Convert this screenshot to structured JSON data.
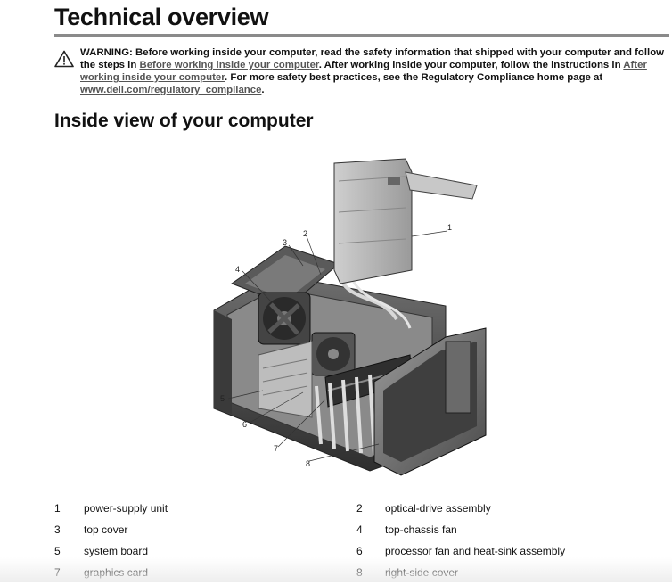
{
  "page": {
    "title": "Technical overview",
    "section_title": "Inside view of your computer"
  },
  "warning": {
    "icon": "warning-triangle-icon",
    "prefix": "WARNING: Before working inside your computer, read the safety information that shipped with your computer and follow the steps in ",
    "link1": "Before working inside your computer",
    "middle": ". After working inside your computer, follow the instructions in ",
    "link2": "After working inside your computer",
    "middle2": ". For more safety best practices, see the Regulatory Compliance home page at ",
    "link3": "www.dell.com/regulatory_compliance",
    "suffix": "."
  },
  "figure": {
    "callouts": [
      "1",
      "2",
      "3",
      "4",
      "5",
      "6",
      "7",
      "8"
    ]
  },
  "legend": [
    {
      "num_a": "1",
      "label_a": "power-supply unit",
      "num_b": "2",
      "label_b": "optical-drive assembly"
    },
    {
      "num_a": "3",
      "label_a": "top cover",
      "num_b": "4",
      "label_b": "top-chassis fan"
    },
    {
      "num_a": "5",
      "label_a": "system board",
      "num_b": "6",
      "label_b": "processor fan and heat-sink assembly"
    },
    {
      "num_a": "7",
      "label_a": "graphics card",
      "num_b": "8",
      "label_b": "right-side cover"
    }
  ]
}
